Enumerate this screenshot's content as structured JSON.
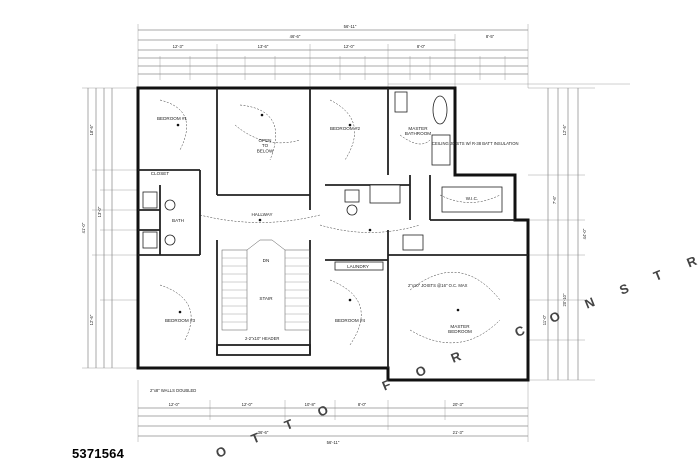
{
  "listing_id": "5371564",
  "dims": {
    "top_overall": "56'-11\"",
    "top_main": "46'-6\"",
    "top_seg_1": "12'-3\"",
    "top_seg_2": "13'-6\"",
    "top_seg_3": "12'-0\"",
    "top_seg_4": "8'-0\"",
    "top_right": "8'-5\"",
    "bot_overall": "56'-11\"",
    "bot_left": "36'-6\"",
    "bot_right": "21'-3\"",
    "bot_seg_1": "12'-0\"",
    "bot_seg_2": "12'-0\"",
    "bot_seg_3": "10'-8\"",
    "bot_seg_4": "8'-0\"",
    "bot_seg_5": "20'-3\"",
    "left_overall": "41'-0\"",
    "left_upper": "18'-6\"",
    "left_mid": "13'-0\"",
    "left_lower": "12'-6\"",
    "right_overall": "44'-0\"",
    "right_upper": "12'-6\"",
    "right_mid": "7'-6\"",
    "right_lower": "20'-10\"",
    "right_seg": "11'-0\""
  },
  "rooms": {
    "bedroom_1": "BEDROOM #1",
    "bedroom_2": "BEDROOM #2",
    "bedroom_3": "BEDROOM #3",
    "bedroom_4": "BEDROOM #4",
    "master_bedroom": "MASTER\nBEDROOM",
    "master_bath": "MASTER\nBATHROOM",
    "hallway": "HALLWAY",
    "open_to_below": "OPEN\nTO\nBELOW",
    "closet": "CLOSET",
    "wic": "W.I.C.",
    "bath": "BATH",
    "laundry": "LAUNDRY",
    "stair": "STAIR",
    "stairs_down": "DN"
  },
  "notes": {
    "insulation": "2\"x10\" JOISTS @16\" O.C. MAX",
    "ceiling": "CEILING JOISTS W/ R-38 BATT INSULATION",
    "header": "2-2\"x10\" HEADER",
    "foot_note": "2\"x8\" WALLS DOUBLED"
  },
  "watermark": "OTTO FOR CONSTR"
}
